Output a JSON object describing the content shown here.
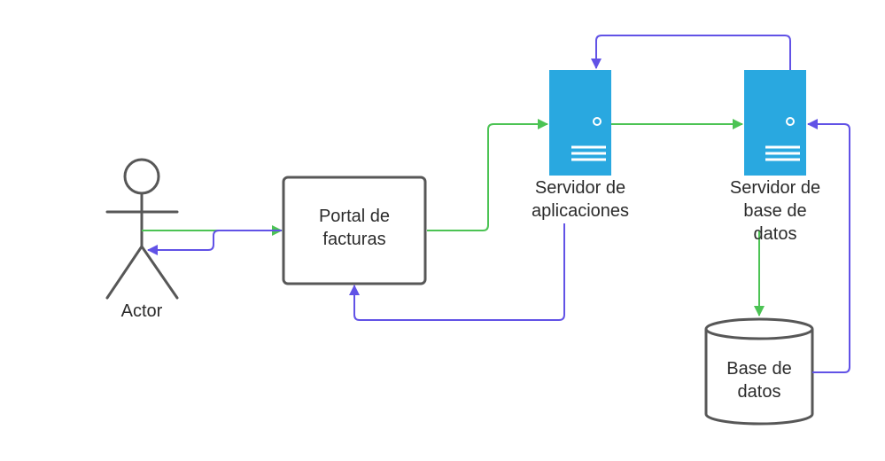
{
  "colors": {
    "request_flow": "#4cc354",
    "response_flow": "#6152e6",
    "server": "#29a8e0",
    "outline": "#575757",
    "text": "#2b2b2b",
    "background": "#ffffff"
  },
  "nodes": {
    "actor": {
      "icon": "stick-figure-icon",
      "label": "Actor"
    },
    "portal": {
      "label_line1": "Portal de",
      "label_line2": "facturas"
    },
    "app_server": {
      "icon": "server-icon",
      "label_line1": "Servidor de",
      "label_line2": "aplicaciones"
    },
    "db_server": {
      "icon": "server-icon",
      "label_line1": "Servidor de",
      "label_line2": "base de",
      "label_line3": "datos"
    },
    "database": {
      "icon": "database-cylinder-icon",
      "label_line1": "Base de",
      "label_line2": "datos"
    }
  },
  "connections": [
    {
      "from": "Actor",
      "to": "Portal de facturas",
      "flow": "request"
    },
    {
      "from": "Portal de facturas",
      "to": "Actor",
      "flow": "response"
    },
    {
      "from": "Portal de facturas",
      "to": "Servidor de aplicaciones",
      "flow": "request"
    },
    {
      "from": "Servidor de aplicaciones",
      "to": "Servidor de base de datos",
      "flow": "request"
    },
    {
      "from": "Servidor de base de datos",
      "to": "Base de datos",
      "flow": "request"
    },
    {
      "from": "Base de datos",
      "to": "Servidor de base de datos",
      "flow": "response"
    },
    {
      "from": "Servidor de base de datos",
      "to": "Servidor de aplicaciones",
      "flow": "response"
    },
    {
      "from": "Servidor de aplicaciones",
      "to": "Portal de facturas",
      "flow": "response"
    }
  ]
}
